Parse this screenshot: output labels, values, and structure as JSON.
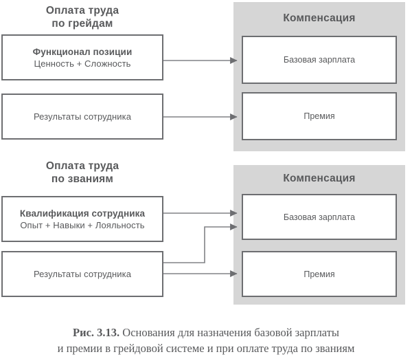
{
  "figure": {
    "caption_label": "Рис. 3.13.",
    "caption_line1": " Основания для назначения базовой зарплаты",
    "caption_line2": "и премии в грейдовой системе и при оплате труда по званиям"
  },
  "colors": {
    "panel_fill": "#d6d6d6",
    "box_border": "#6d6e71",
    "box_fill": "#ffffff",
    "text": "#58595b",
    "connector": "#808285",
    "page_background": "#ffffff"
  },
  "sections": [
    {
      "id": "grades",
      "heading": "Оплата труда\nпо грейдам",
      "sources": [
        {
          "id": "position-function",
          "title": "Функционал позиции",
          "subtitle": "Ценность + Сложность"
        },
        {
          "id": "employee-results-grades",
          "title": "Результаты сотрудника",
          "subtitle": ""
        }
      ],
      "compensation": {
        "title": "Компенсация",
        "items": [
          {
            "id": "base-salary-grades",
            "label": "Базовая зарплата"
          },
          {
            "id": "bonus-grades",
            "label": "Премия"
          }
        ]
      },
      "links": [
        {
          "from": "position-function",
          "to": "base-salary-grades",
          "type": "straight"
        },
        {
          "from": "employee-results-grades",
          "to": "bonus-grades",
          "type": "straight"
        }
      ]
    },
    {
      "id": "ranks",
      "heading": "Оплата труда\nпо званиям",
      "sources": [
        {
          "id": "employee-qualification",
          "title": "Квалификация сотрудника",
          "subtitle": "Опыт + Навыки + Лояльность"
        },
        {
          "id": "employee-results-ranks",
          "title": "Результаты сотрудника",
          "subtitle": ""
        }
      ],
      "compensation": {
        "title": "Компенсация",
        "items": [
          {
            "id": "base-salary-ranks",
            "label": "Базовая зарплата"
          },
          {
            "id": "bonus-ranks",
            "label": "Премия"
          }
        ]
      },
      "links": [
        {
          "from": "employee-qualification",
          "to": "base-salary-ranks",
          "type": "straight"
        },
        {
          "from": "employee-results-ranks",
          "to": "base-salary-ranks",
          "type": "elbow"
        },
        {
          "from": "employee-results-ranks",
          "to": "bonus-ranks",
          "type": "straight"
        }
      ]
    }
  ]
}
